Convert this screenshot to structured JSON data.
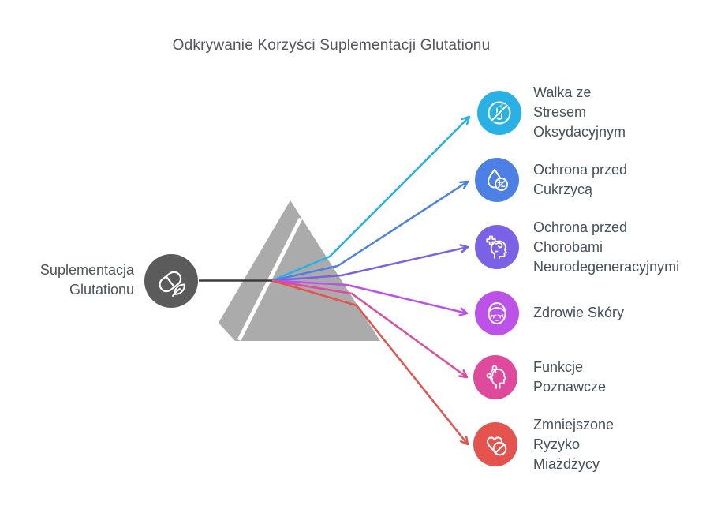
{
  "title": "Odkrywanie Korzyści Suplementacji Glutationu",
  "hub": {
    "label": "Suplementacja\nGlutationu",
    "color": "#5b5b5b",
    "icon": "pill-leaf-icon"
  },
  "prism": {
    "fill": "#ababab",
    "stripe": "#ffffff"
  },
  "connector": {
    "color": "#3b3b3b"
  },
  "benefits": [
    {
      "label": "Walka ze\nStresem\nOksydacyjnym",
      "color": "#29b1e6",
      "icon": "no-test-tube-icon"
    },
    {
      "label": "Ochrona przed\nCukrzycą",
      "color": "#4c80e4",
      "icon": "droplet-plus-minus-icon"
    },
    {
      "label": "Ochrona przed\nChorobami\nNeurodegeneracyjnymi",
      "color": "#7b61e6",
      "icon": "head-cross-icon"
    },
    {
      "label": "Zdrowie Skóry",
      "color": "#bc52e8",
      "icon": "face-mask-icon"
    },
    {
      "label": "Funkcje\nPoznawcze",
      "color": "#e04a9d",
      "icon": "head-network-icon"
    },
    {
      "label": "Zmniejszone\nRyzyko\nMiażdżycy",
      "color": "#e4534e",
      "icon": "heart-no-icon"
    }
  ]
}
